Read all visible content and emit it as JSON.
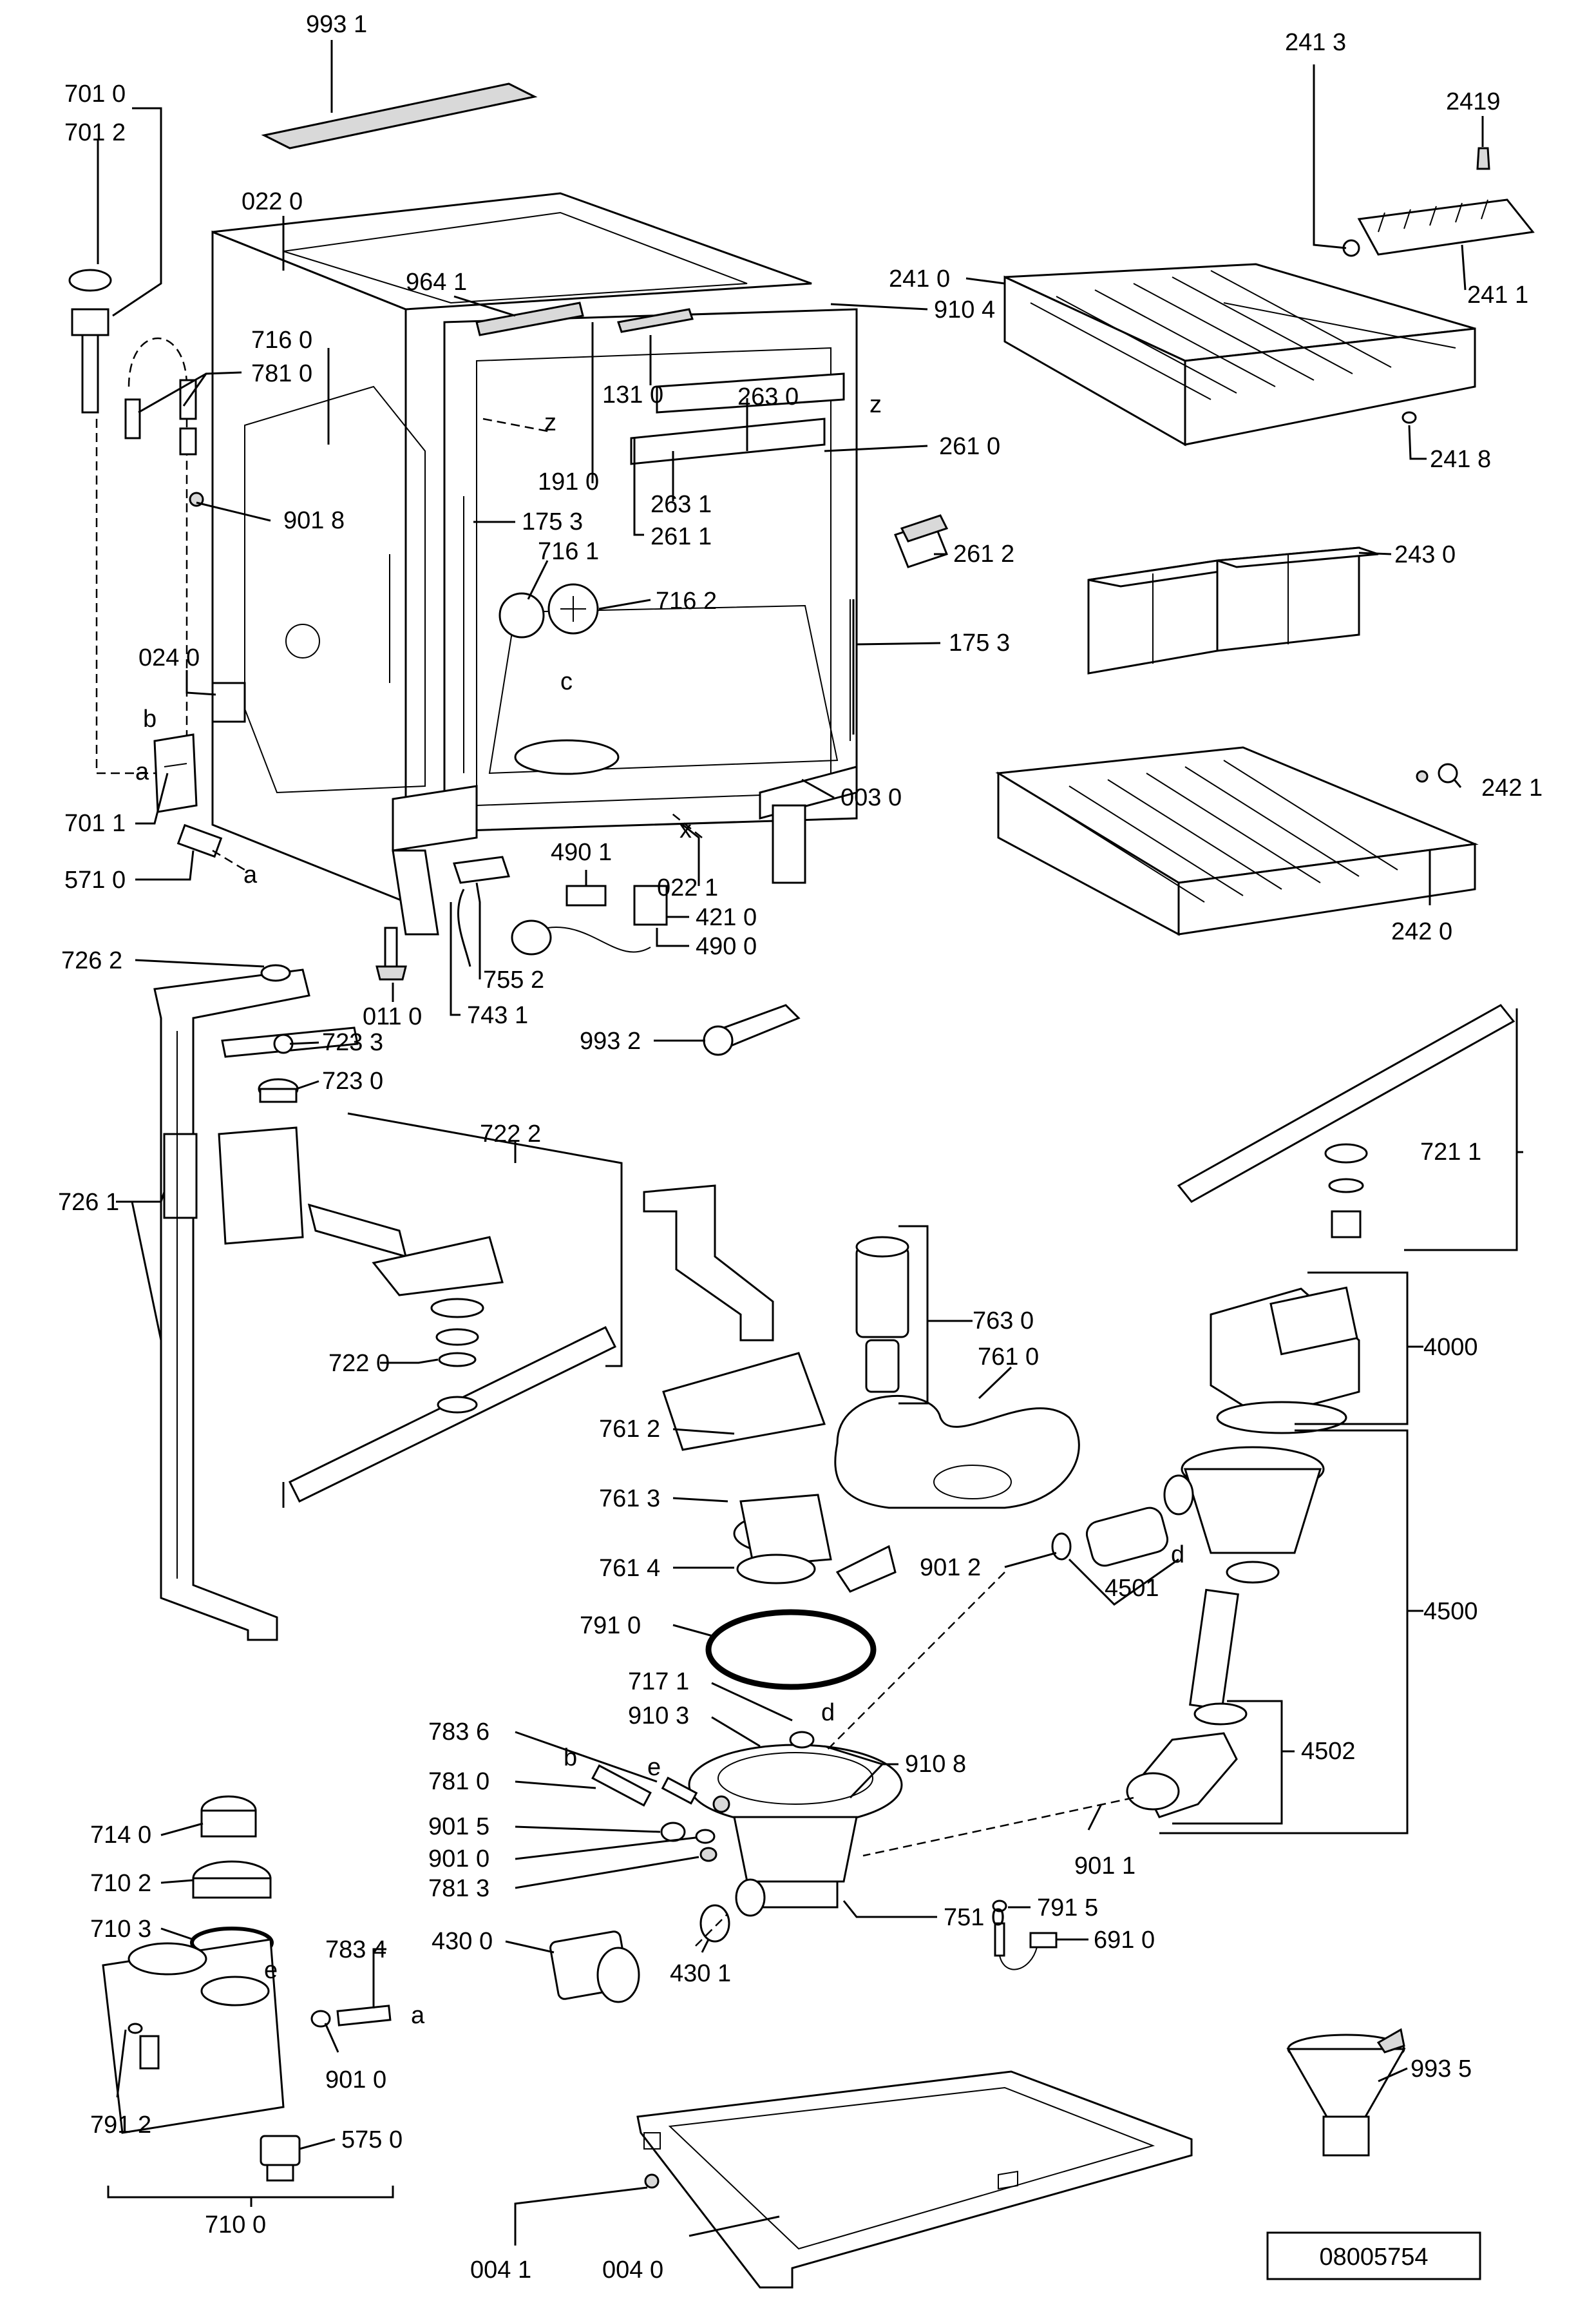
{
  "reference_number": "08005754",
  "part_labels": {
    "p9931": "993 1",
    "p7010": "701 0",
    "p7012": "701 2",
    "p0220": "022 0",
    "p9641": "964 1",
    "p7160": "716 0",
    "p7810a": "781 0",
    "p9018": "901 8",
    "p1310": "131 0",
    "p2630": "263 0",
    "p2610": "261 0",
    "p2631": "263 1",
    "p2611": "261 1",
    "p1910": "191 0",
    "p1753a": "175 3",
    "p7161": "716 1",
    "p7162": "716 2",
    "p2612": "261 2",
    "p1753b": "175 3",
    "p0240": "024 0",
    "p7011": "701 1",
    "p5710": "571 0",
    "p0030": "003 0",
    "p4901": "490 1",
    "p0221": "022 1",
    "p4210": "421 0",
    "p4900": "490 0",
    "p7552": "755 2",
    "p7431": "743 1",
    "p0110": "011 0",
    "p9932": "993 2",
    "p2413": "241 3",
    "p2419": "2419",
    "p2410": "241 0",
    "p9104": "910 4",
    "p2411": "241 1",
    "p2418": "241 8",
    "p2430": "243 0",
    "p2421": "242 1",
    "p2420": "242 0",
    "p7262": "726 2",
    "p7233": "723 3",
    "p7230": "723 0",
    "p7222": "722 2",
    "p7261": "726 1",
    "p7220": "722 0",
    "p7211": "721 1",
    "p7630": "763 0",
    "p7610": "761 0",
    "p4000": "4000",
    "p7612": "761 2",
    "p7613": "761 3",
    "p7614": "761 4",
    "p9012": "901 2",
    "p4501": "4501",
    "p4500": "4500",
    "p7910": "791 0",
    "p7171": "717 1",
    "p9103": "910 3",
    "p7836": "783 6",
    "p9108": "910 8",
    "p4502": "4502",
    "p7810b": "781 0",
    "p9015": "901 5",
    "p9010a": "901 0",
    "p7813": "781 3",
    "p9011": "901 1",
    "p7140": "714 0",
    "p7102": "710 2",
    "p7103": "710 3",
    "p7834": "783 4",
    "p7510": "751 0",
    "p7915": "791 5",
    "p4300": "430 0",
    "p6910": "691 0",
    "p4301": "430 1",
    "p9010b": "901 0",
    "p7912": "791 2",
    "p5750": "575 0",
    "p7100": "710 0",
    "p9935": "993 5",
    "p0041": "004 1",
    "p0040": "004 0"
  },
  "connector_letters": {
    "z1": "z",
    "z2": "z",
    "c": "c",
    "x": "x",
    "b1": "b",
    "a1": "a",
    "a2": "a",
    "b2": "b",
    "e1": "e",
    "d1": "d",
    "d2": "d",
    "e2": "e",
    "a3": "a"
  }
}
